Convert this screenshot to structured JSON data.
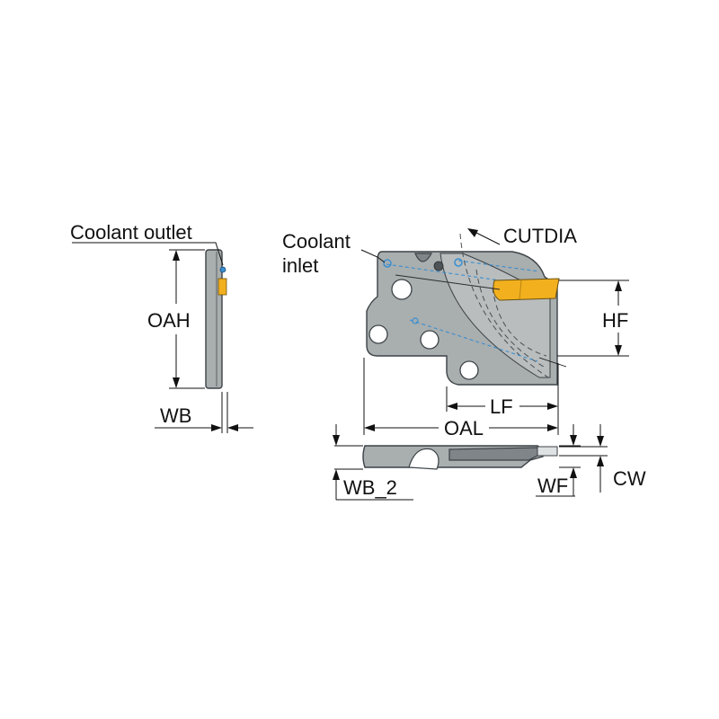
{
  "labels": {
    "coolant_outlet": "Coolant outlet",
    "coolant_inlet_line1": "Coolant",
    "coolant_inlet_line2": "inlet",
    "cutdia": "CUTDIA",
    "oah": "OAH",
    "hf": "HF",
    "wb": "WB",
    "lf": "LF",
    "oal": "OAL",
    "wb_2": "WB_2",
    "wf": "WF",
    "cw": "CW"
  },
  "colors": {
    "body": "#a9aeaf",
    "body_dark": "#7f8588",
    "insert": "#f2b01e",
    "coolant": "#3a8fd0",
    "outline": "#3c4246"
  }
}
